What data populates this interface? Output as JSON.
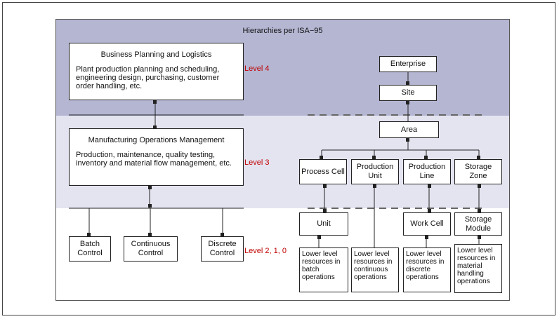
{
  "title": "Hierarchies per ISA−95",
  "levels": {
    "l4": "Level 4",
    "l3": "Level 3",
    "l210": "Level 2, 1, 0"
  },
  "left": {
    "bpl": {
      "title": "Business Planning and Logistics",
      "desc": "Plant production planning and scheduling, engineering design, purchasing, customer order handling, etc."
    },
    "mom": {
      "title": "Manufacturing Operations Management",
      "desc": "Production, maintenance, quality testing, inventory and material flow management, etc."
    },
    "controls": [
      "Batch Control",
      "Continuous Control",
      "Discrete Control"
    ]
  },
  "right": {
    "enterprise": "Enterprise",
    "site": "Site",
    "area": "Area",
    "row1": [
      "Process Cell",
      "Production Unit",
      "Production Line",
      "Storage Zone"
    ],
    "row2": [
      "Unit",
      "Work Cell",
      "Storage Module"
    ],
    "resources": [
      "Lower level resources in batch operations",
      "Lower level resources in continuous operations",
      "Lower level resources in discrete operations",
      "Lower level resources in material handling operations"
    ]
  },
  "colors": {
    "level_label": "#c00000",
    "band_top": "#b4b6d2",
    "band_mid": "#e4e4f1",
    "line": "#222222"
  }
}
